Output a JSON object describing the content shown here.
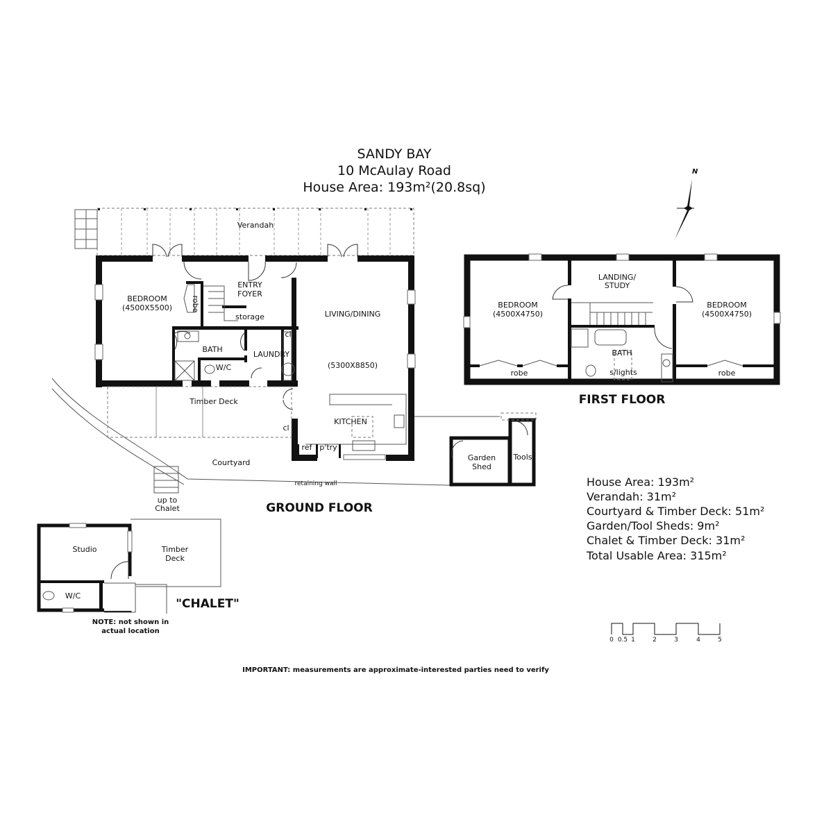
{
  "header": {
    "suburb": "SANDY BAY",
    "address": "10 McAulay Road",
    "house_area": "House Area: 193m²(20.8sq)"
  },
  "compass": {
    "label": "N"
  },
  "ground_floor": {
    "title": "GROUND FLOOR",
    "verandah": "Verandah",
    "bedroom": "BEDROOM",
    "bedroom_dims": "(4500X5500)",
    "robe": "robe",
    "entry_1": "ENTRY",
    "entry_2": "FOYER",
    "storage": "storage",
    "bath": "BATH",
    "wc": "W/C",
    "laundry": "LAUNDRY",
    "cl": "cl",
    "living": "LIVING/DINING",
    "living_dims": "(5300X8850)",
    "kitchen": "KITCHEN",
    "ref": "ref",
    "pantry": "p'try",
    "timber_deck": "Timber Deck",
    "courtyard": "Courtyard",
    "retaining_wall": "retaining wall",
    "up_to_1": "up to",
    "up_to_2": "Chalet",
    "garden_1": "Garden",
    "garden_2": "Shed",
    "tools": "Tools"
  },
  "first_floor": {
    "title": "FIRST FLOOR",
    "bedroom": "BEDROOM",
    "bedroom_dims": "(4500X4750)",
    "landing_1": "LANDING/",
    "landing_2": "STUDY",
    "bath": "BATH",
    "skylights": "s/lights",
    "robe": "robe"
  },
  "chalet": {
    "title": "\"CHALET\"",
    "studio": "Studio",
    "deck_1": "Timber",
    "deck_2": "Deck",
    "wc": "W/C",
    "note_1": "NOTE: not shown in",
    "note_2": "actual location"
  },
  "areas": [
    "House Area: 193m²",
    "Verandah: 31m²",
    "Courtyard & Timber Deck: 51m²",
    "Garden/Tool Sheds: 9m²",
    "Chalet & Timber Deck: 31m²",
    "Total Usable Area: 315m²"
  ],
  "scale": {
    "ticks": [
      "0",
      "0.5",
      "1",
      "2",
      "3",
      "4",
      "5"
    ]
  },
  "disclaimer": "IMPORTANT: measurements are approximate-interested parties need to verify"
}
